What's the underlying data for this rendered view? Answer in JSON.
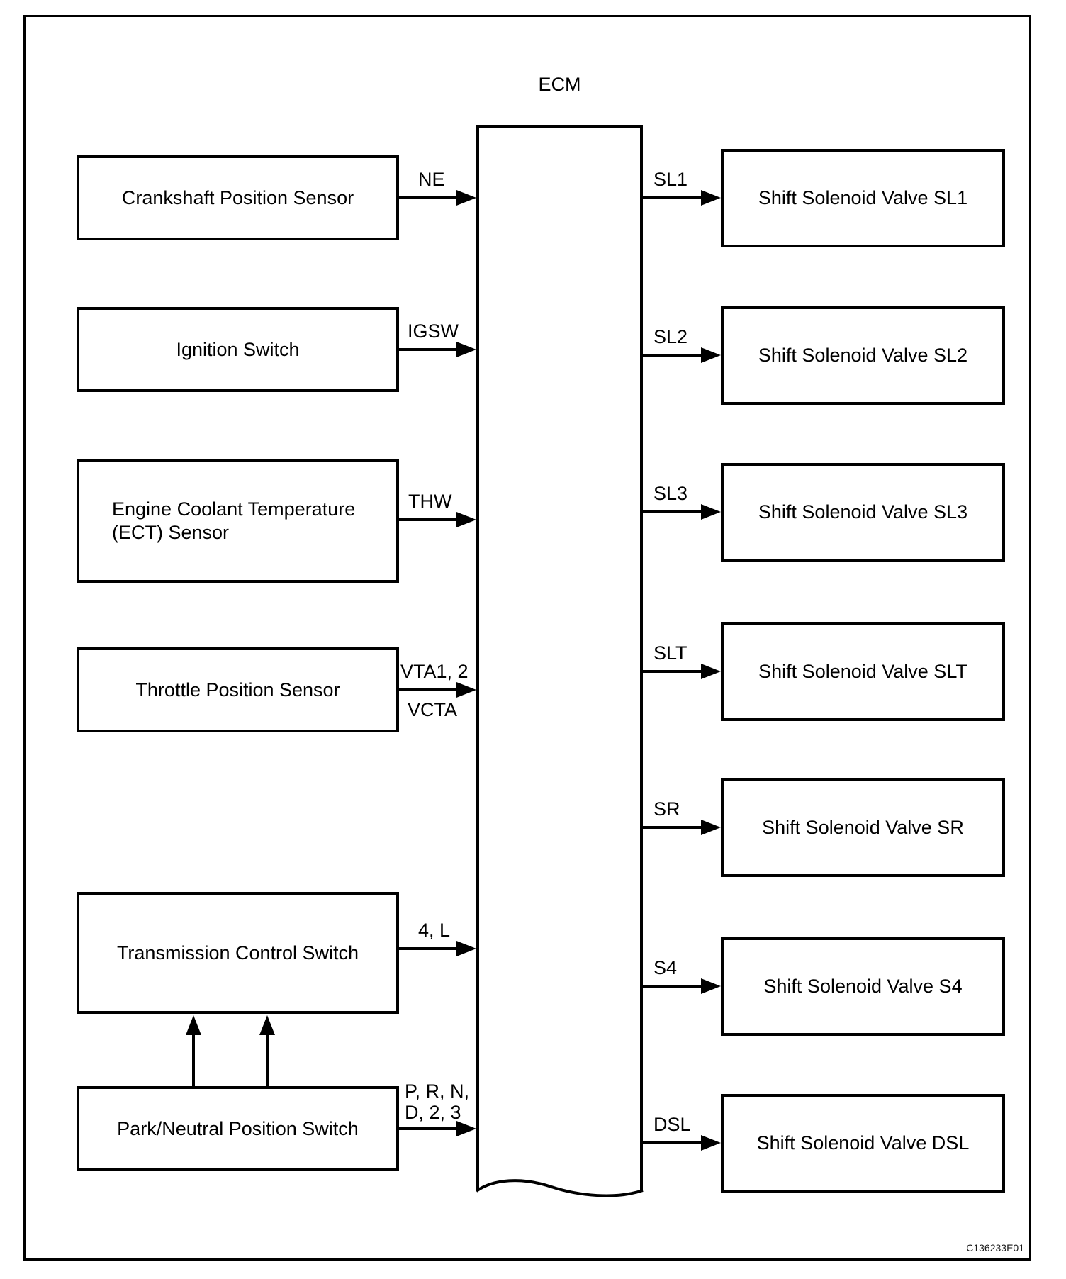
{
  "title": "ECM",
  "figure_code": "C136233E01",
  "colors": {
    "ink": "#000000",
    "background": "#ffffff"
  },
  "inputs": {
    "crankshaft": {
      "label": "Crankshaft Position Sensor",
      "signal": "NE"
    },
    "ignition": {
      "label": "Ignition Switch",
      "signal": "IGSW"
    },
    "ect": {
      "label_line1": "Engine Coolant Temperature",
      "label_line2": "(ECT) Sensor",
      "signal": "THW"
    },
    "throttle": {
      "label": "Throttle Position Sensor",
      "signal_top": "VTA1, 2",
      "signal_bottom": "VCTA"
    },
    "transmission": {
      "label": "Transmission Control Switch",
      "signal": "4, L"
    },
    "park_neutral": {
      "label": "Park/Neutral Position Switch",
      "signal_line1": "P, R, N,",
      "signal_line2": "D, 2, 3"
    }
  },
  "outputs": {
    "sl1": {
      "label": "Shift Solenoid Valve SL1",
      "signal": "SL1"
    },
    "sl2": {
      "label": "Shift Solenoid Valve SL2",
      "signal": "SL2"
    },
    "sl3": {
      "label": "Shift Solenoid Valve SL3",
      "signal": "SL3"
    },
    "slt": {
      "label": "Shift Solenoid Valve SLT",
      "signal": "SLT"
    },
    "sr": {
      "label": "Shift Solenoid Valve SR",
      "signal": "SR"
    },
    "s4": {
      "label": "Shift Solenoid Valve S4",
      "signal": "S4"
    },
    "dsl": {
      "label": "Shift Solenoid Valve DSL",
      "signal": "DSL"
    }
  }
}
